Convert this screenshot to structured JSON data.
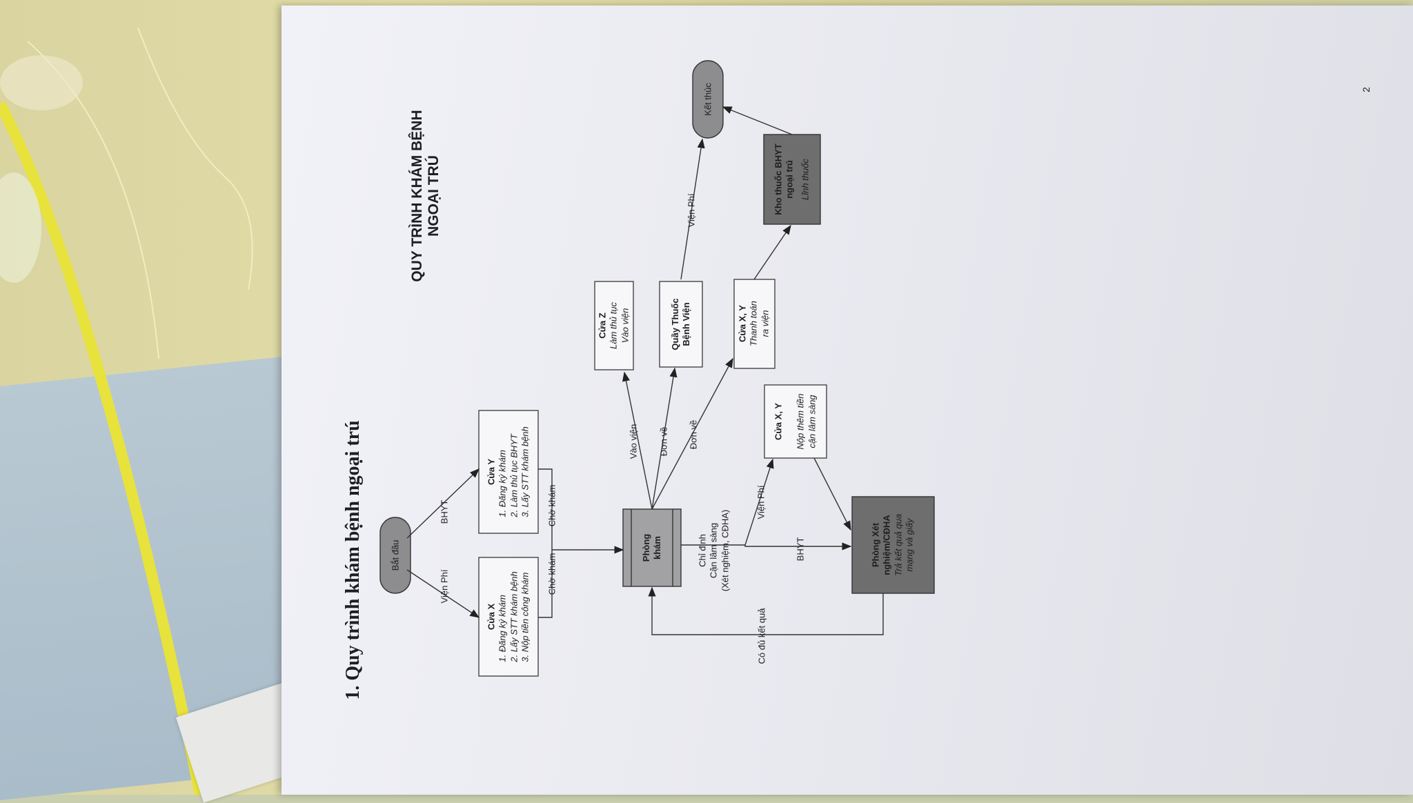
{
  "document": {
    "heading": "1.  Quy trình khám bệnh ngoại trú",
    "title_line1": "QUY TRÌNH KHÁM BỆNH",
    "title_line2": "NGOẠI TRÚ",
    "page_number": "2"
  },
  "nodes": {
    "start": "Bắt đầu",
    "end": "Kết thúc",
    "cua_x": {
      "title": "Cửa X",
      "l1": "1. Đăng ký khám",
      "l2": "2. Lấy STT khám bệnh",
      "l3": "3. Nộp tiền công khám"
    },
    "cua_y": {
      "title": "Cửa Y",
      "l1": "1. Đăng ký khám",
      "l2": "2. Làm thủ tục BHYT",
      "l3": "3. Lấy STT khám bệnh"
    },
    "phong_kham": {
      "l1": "Phòng",
      "l2": "khám"
    },
    "phong_xn": {
      "l1": "Phòng Xét",
      "l2": "nghiệm/CĐHA",
      "l3": "Trả kết quả qua",
      "l4": "mạng và giấy"
    },
    "cua_xy_cls": {
      "title": "Cửa X, Y",
      "l1": "Nộp thêm tiền",
      "l2": "cận lâm sàng"
    },
    "cua_z": {
      "title": "Cửa Z",
      "l1": "Làm thủ tục",
      "l2": "Vào viện"
    },
    "quay_thuoc": {
      "l1": "Quầy Thuốc",
      "l2": "Bệnh Viện"
    },
    "cua_xy_rv": {
      "title": "Cửa X, Y",
      "l1": "Thanh toán",
      "l2": "ra viện"
    },
    "kho_thuoc": {
      "l1": "Kho thuốc BHYT",
      "l2": "ngoại trú",
      "l3": "Lĩnh thuốc"
    }
  },
  "edges": {
    "vien_phi_1": "Viện Phí",
    "bhyt_1": "BHYT",
    "cho_kham_1": "Chờ khám",
    "cho_kham_2": "Chờ khám",
    "chi_dinh_l1": "Chỉ định",
    "chi_dinh_l2": "Cận lâm sàng",
    "chi_dinh_l3": "(Xét nghiệm, CĐHA)",
    "bhyt_2": "BHYT",
    "vien_phi_2": "Viện Phí",
    "co_du_ket_qua": "Có đủ kết quả",
    "vao_vien": "Vào viện",
    "don_ve_1": "Đơn về",
    "don_ve_2": "Đơn về",
    "vien_phi_3": "Viện Phí"
  },
  "colors": {
    "paper": "#eceef3",
    "box_dark": "#6e6e6e",
    "box_medium": "#a2a2a4",
    "ink": "#1d1d22"
  }
}
